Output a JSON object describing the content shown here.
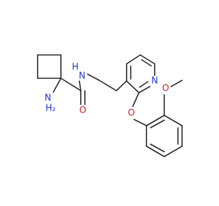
{
  "molecule": {
    "atom_labels": {
      "n_amide": "N",
      "h_amide": "H",
      "o_carbonyl": "O",
      "n_pyridine": "N",
      "o_ether": "O",
      "o_methoxy": "O",
      "n_amine": "N",
      "h2_amine": "H₂"
    },
    "colors": {
      "bond": "#222222",
      "nitrogen": "#2233cc",
      "oxygen": "#cc2222"
    }
  }
}
